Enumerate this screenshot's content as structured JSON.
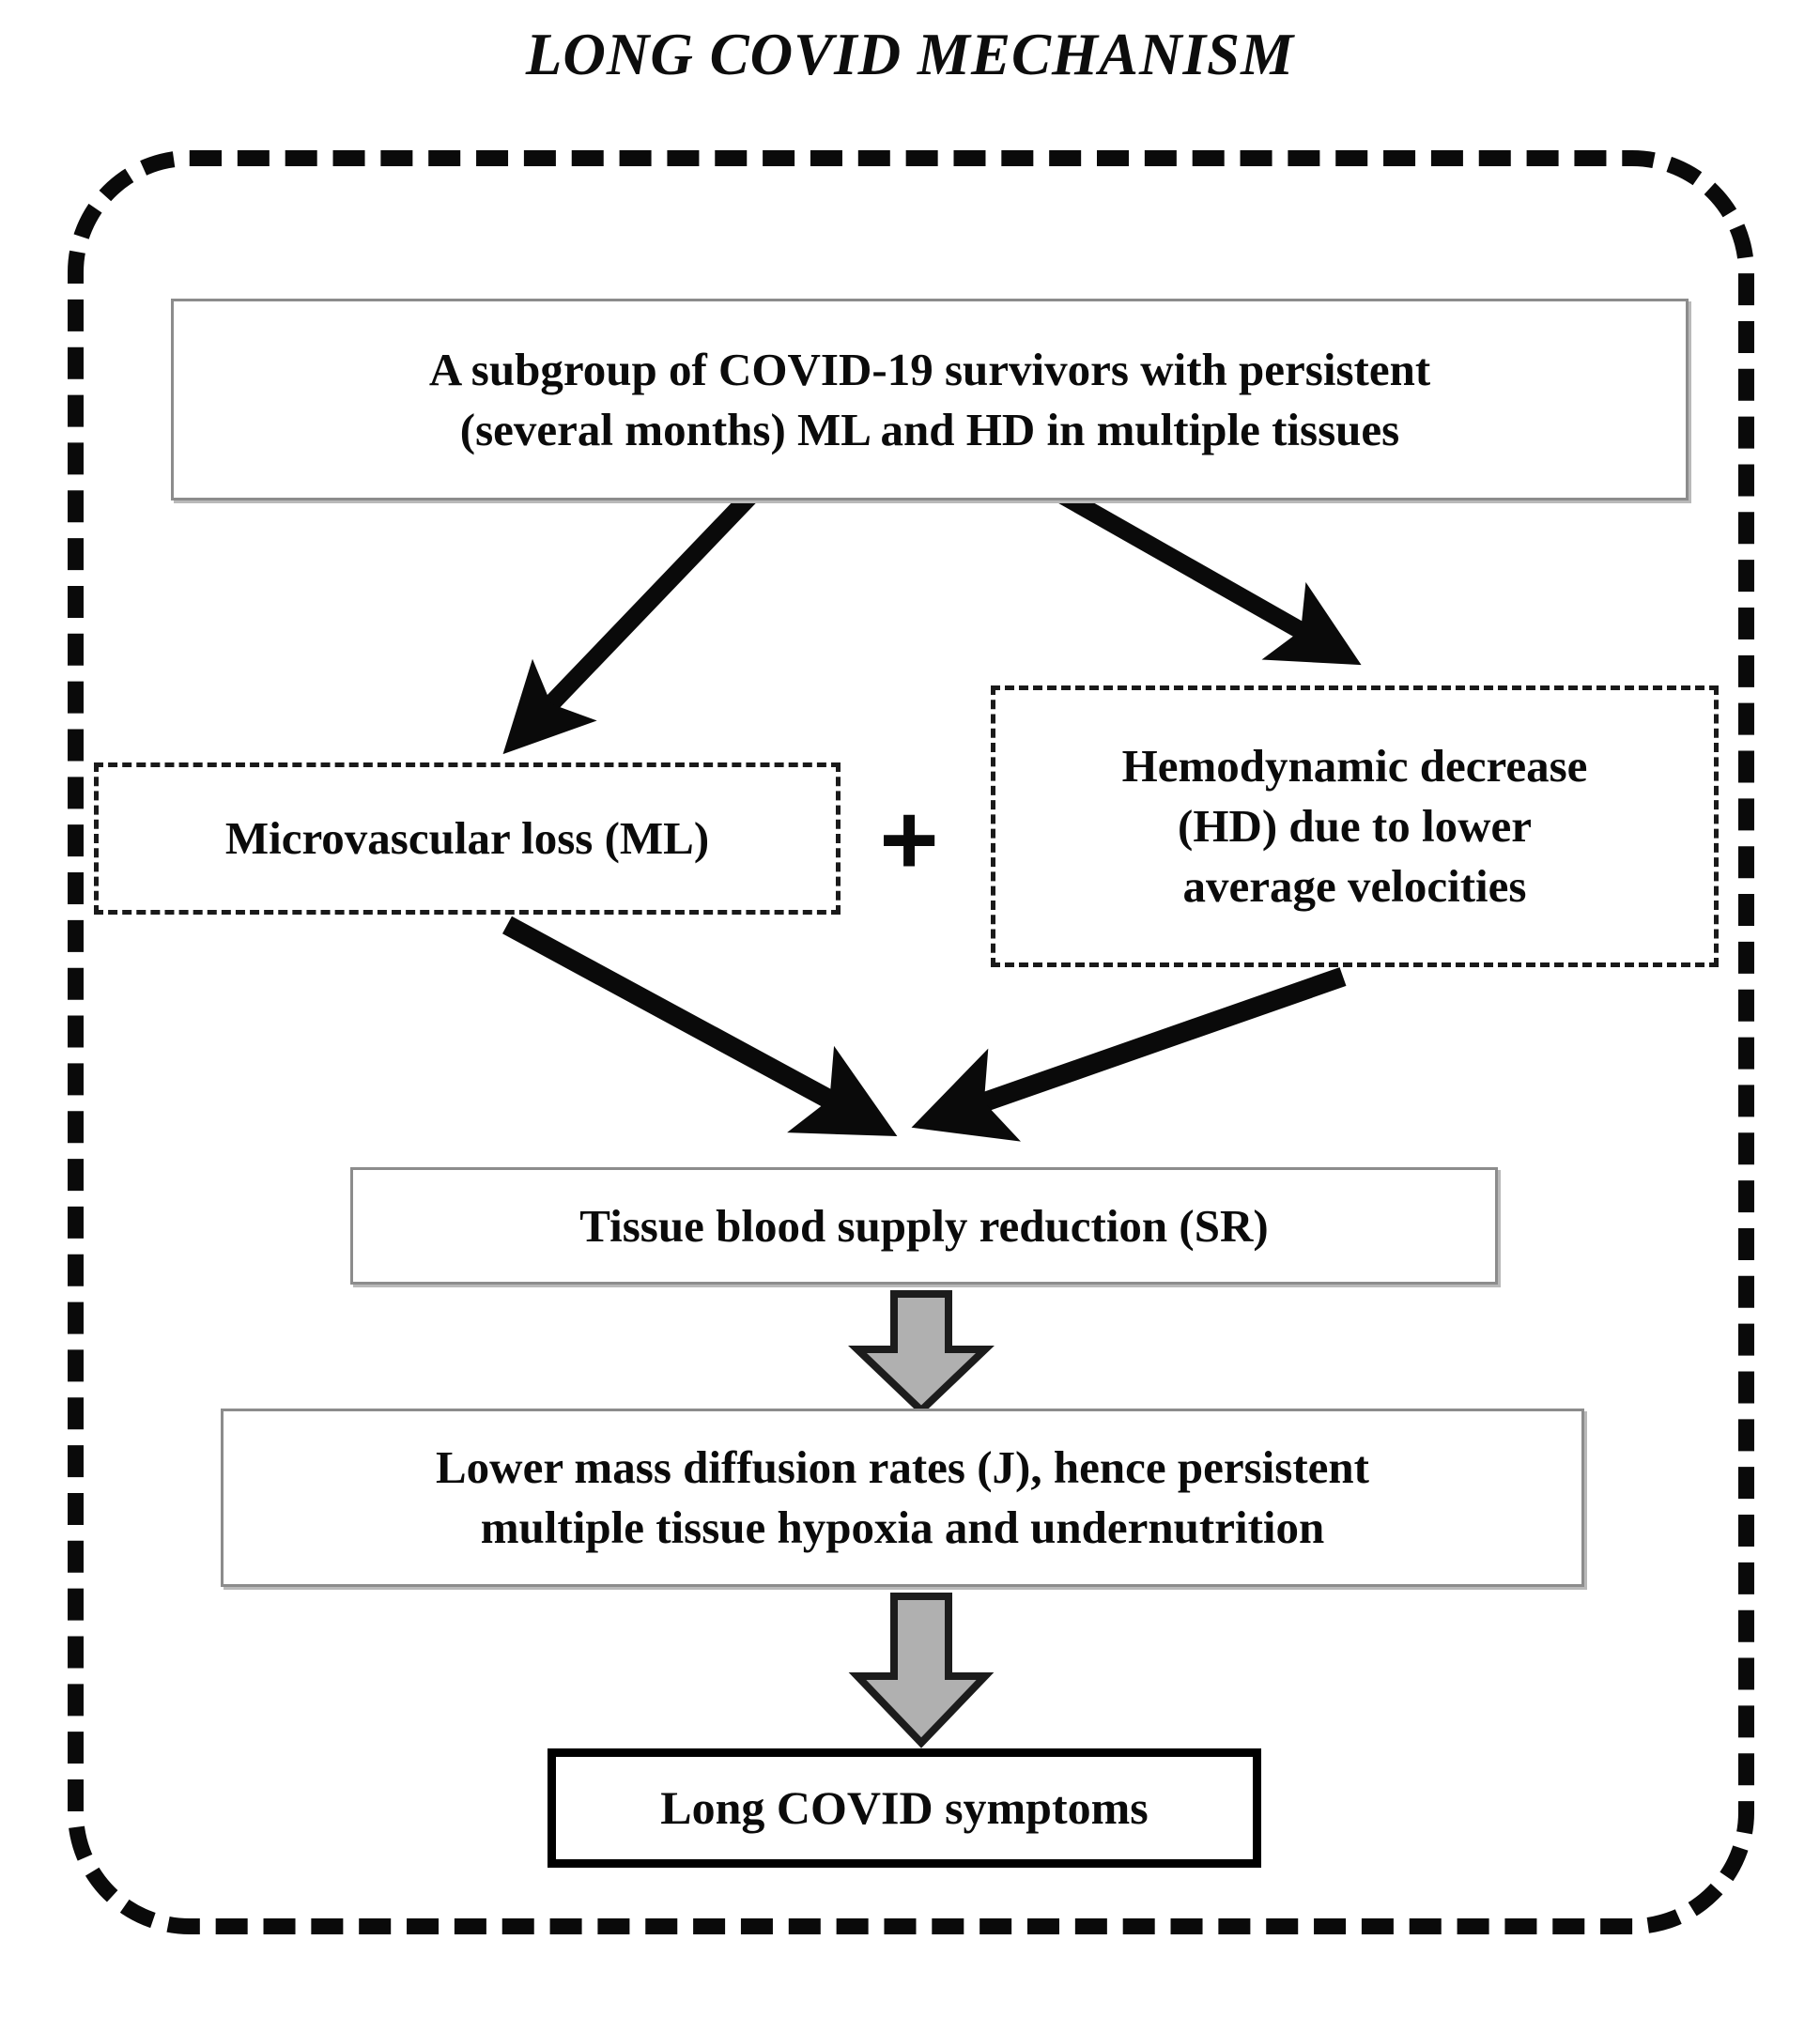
{
  "title": "LONG COVID MECHANISM",
  "colors": {
    "outline_black": "#0a0a0a",
    "box_border_grey": "#8c8c8c",
    "block_arrow_fill": "#b0b0b0",
    "block_arrow_stroke": "#1c1c1c",
    "text": "#0b0b0b",
    "background": "#ffffff"
  },
  "nodes": {
    "subgroup": {
      "label": "A subgroup of COVID-19 survivors with persistent (several months) ML and HD in multiple tissues",
      "line1": "A subgroup of COVID-19 survivors with persistent",
      "line2": "(several months) ML and HD in multiple tissues",
      "border_style": "solid-thin-grey"
    },
    "microvascular_loss": {
      "label": "Microvascular loss (ML)",
      "abbreviation": "ML",
      "border_style": "dashed"
    },
    "hemodynamic_decrease": {
      "label": "Hemodynamic decrease (HD) due to lower average velocities",
      "line1": "Hemodynamic decrease",
      "line2": "(HD) due to lower",
      "line3": "average velocities",
      "abbreviation": "HD",
      "border_style": "dashed"
    },
    "supply_reduction": {
      "label": "Tissue blood supply reduction (SR)",
      "abbreviation": "SR",
      "border_style": "solid-thin-grey"
    },
    "diffusion": {
      "label": "Lower mass diffusion rates (J), hence persistent multiple tissue hypoxia and undernutrition",
      "line1": "Lower mass diffusion rates (J), hence persistent",
      "line2": "multiple tissue hypoxia and undernutrition",
      "abbreviation": "J",
      "border_style": "solid-thin-grey"
    },
    "symptoms": {
      "label": "Long COVID symptoms",
      "border_style": "heavy-black"
    }
  },
  "operators": {
    "plus": "+"
  },
  "connectors": [
    {
      "name": "subgroup-to-ml",
      "from": "subgroup",
      "to": "microvascular_loss",
      "style": "solid-black-arrow"
    },
    {
      "name": "subgroup-to-hd",
      "from": "subgroup",
      "to": "hemodynamic_decrease",
      "style": "solid-black-arrow"
    },
    {
      "name": "ml-to-sr",
      "from": "microvascular_loss",
      "to": "supply_reduction",
      "style": "solid-black-arrow"
    },
    {
      "name": "hd-to-sr",
      "from": "hemodynamic_decrease",
      "to": "supply_reduction",
      "style": "solid-black-arrow"
    },
    {
      "name": "sr-to-diffusion",
      "from": "supply_reduction",
      "to": "diffusion",
      "style": "grey-block-arrow"
    },
    {
      "name": "diffusion-to-symptoms",
      "from": "diffusion",
      "to": "symptoms",
      "style": "grey-block-arrow"
    }
  ]
}
